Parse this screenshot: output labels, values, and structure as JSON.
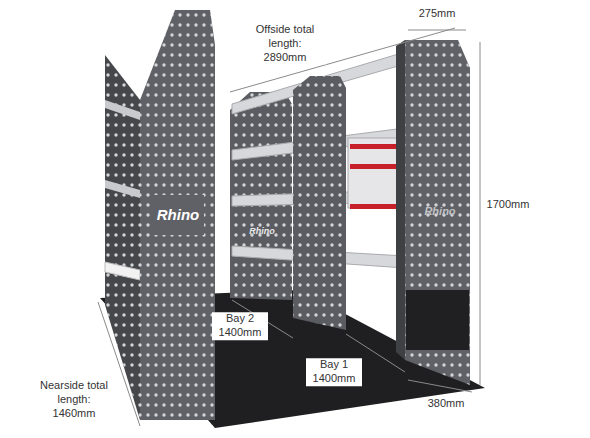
{
  "diagram": {
    "labels": [
      "Offside total length: 2890mm",
      "275mm",
      "1700mm",
      "Bay 2 1400mm",
      "Bay 1 1400mm",
      "380mm",
      "Nearside total length: 1460mm",
      "Rhino",
      "Rhino",
      "Rhino"
    ]
  }
}
